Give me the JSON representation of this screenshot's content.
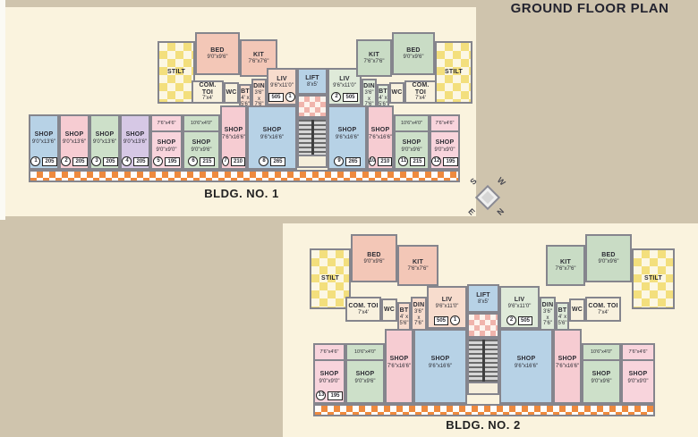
{
  "page": {
    "title": "GROUND FLOOR PLAN"
  },
  "compass": {
    "s": "S",
    "w": "W",
    "e": "E",
    "n": "N"
  },
  "colors": {
    "background": "#cfc4ad",
    "panel": "#faf3de",
    "wall": "#85858d",
    "shop_blue": "#b7d2e6",
    "shop_pink": "#f6ccd2",
    "shop_green": "#cde0c9",
    "shop_lavender": "#d6c8e5",
    "shop_rose": "#f8d4dc",
    "stilt_yellow": "#f3df7d",
    "plinth_orange": "#ee8a3e",
    "lobby_pink": "#f0b4ac"
  },
  "bldg1": {
    "name": "BLDG. NO. 1",
    "lift": {
      "label": "LIFT",
      "dim": "8'x5'"
    },
    "flat_left": {
      "stilt": "STILT",
      "bed": "BED",
      "bed_dim": "9'0\"x9'6\"",
      "kit": "KIT",
      "kit_dim": "7'6\"x7'6\"",
      "comtoi": "COM. TOI",
      "comtoi_dim": "7'x4'",
      "wc": "WC",
      "bt": "BT",
      "bt_dim": "4' x 5'6\"",
      "din": "DIN",
      "din_dim": "3'6\" x 7'6\"",
      "liv": "LIV",
      "liv_dim": "9'6\"x11'0\"",
      "area": "505",
      "num": "1"
    },
    "flat_right": {
      "stilt": "STILT",
      "bed": "BED",
      "bed_dim": "9'0\"x9'6\"",
      "kit": "KIT",
      "kit_dim": "7'6\"x7'6\"",
      "comtoi": "COM. TOI",
      "comtoi_dim": "7'x4'",
      "wc": "WC",
      "bt": "BT",
      "bt_dim": "4' x 5'6\"",
      "din": "DIN",
      "din_dim": "3'6\" x 7'6\"",
      "liv": "LIV",
      "liv_dim": "9'6\"x11'0\"",
      "area": "505",
      "num": "2"
    },
    "shops": [
      {
        "num": "1",
        "area": "205",
        "label": "SHOP",
        "dim": "9'0\"x13'6\"",
        "color": "blue"
      },
      {
        "num": "2",
        "area": "205",
        "label": "SHOP",
        "dim": "9'0\"x13'6\"",
        "color": "pink"
      },
      {
        "num": "3",
        "area": "205",
        "label": "SHOP",
        "dim": "9'0\"x13'6\"",
        "color": "green"
      },
      {
        "num": "4",
        "area": "205",
        "label": "SHOP",
        "dim": "9'0\"x13'6\"",
        "color": "lavender"
      },
      {
        "num": "5",
        "area": "195",
        "label": "SHOP",
        "dim": "9'0\"x9'0\"",
        "notch": "7'6\"x4'6\"",
        "color": "rose"
      },
      {
        "num": "6",
        "area": "215",
        "label": "SHOP",
        "dim": "9'0\"x9'6\"",
        "notch": "10'6\"x4'0\"",
        "color": "green"
      },
      {
        "num": "7",
        "area": "210",
        "label": "SHOP",
        "dim": "7'6\"x16'6\"",
        "color": "pink"
      },
      {
        "num": "8",
        "area": "265",
        "label": "SHOP",
        "dim": "9'6\"x16'6\"",
        "color": "blue"
      },
      {
        "num": "9",
        "area": "265",
        "label": "SHOP",
        "dim": "9'6\"x16'6\"",
        "color": "blue"
      },
      {
        "num": "10",
        "area": "210",
        "label": "SHOP",
        "dim": "7'6\"x16'6\"",
        "color": "pink"
      },
      {
        "num": "11",
        "area": "215",
        "label": "SHOP",
        "dim": "9'0\"x9'6\"",
        "notch": "10'6\"x4'0\"",
        "color": "green"
      },
      {
        "num": "12",
        "area": "195",
        "label": "SHOP",
        "dim": "9'0\"x9'0\"",
        "notch": "7'6\"x4'6\"",
        "color": "rose"
      }
    ]
  },
  "bldg2": {
    "name": "BLDG. NO. 2",
    "lift": {
      "label": "LIFT",
      "dim": "8'x5'"
    },
    "flat_left": {
      "stilt": "STILT",
      "bed": "BED",
      "bed_dim": "9'0\"x9'6\"",
      "kit": "KIT",
      "kit_dim": "7'6\"x7'6\"",
      "comtoi": "COM. TOI",
      "comtoi_dim": "7'x4'",
      "wc": "WC",
      "bt": "BT",
      "bt_dim": "4' x 5'6\"",
      "din": "DIN",
      "din_dim": "3'6\" x 7'6\"",
      "liv": "LIV",
      "liv_dim": "9'6\"x11'0\"",
      "area": "505",
      "num": "1"
    },
    "flat_right": {
      "stilt": "STILT",
      "bed": "BED",
      "bed_dim": "9'0\"x9'6\"",
      "kit": "KIT",
      "kit_dim": "7'6\"x7'6\"",
      "comtoi": "COM. TOI",
      "comtoi_dim": "7'x4'",
      "wc": "WC",
      "bt": "BT",
      "bt_dim": "4' x 5'6\"",
      "din": "DIN",
      "din_dim": "3'6\" x 7'6\"",
      "liv": "LIV",
      "liv_dim": "9'6\"x11'0\"",
      "area": "505",
      "num": "2"
    },
    "shops": [
      {
        "num": "13",
        "area": "195",
        "label": "SHOP",
        "dim": "9'0\"x9'0\"",
        "notch": "7'6\"x4'6\"",
        "color": "rose"
      },
      {
        "label": "SHOP",
        "dim": "9'0\"x9'6\"",
        "notch": "10'6\"x4'0\"",
        "color": "green"
      },
      {
        "label": "SHOP",
        "dim": "7'6\"x16'6\"",
        "color": "pink"
      },
      {
        "label": "SHOP",
        "dim": "9'6\"x16'6\"",
        "color": "blue"
      },
      {
        "label": "SHOP",
        "dim": "9'6\"x16'6\"",
        "color": "blue"
      },
      {
        "label": "SHOP",
        "dim": "7'6\"x16'6\"",
        "color": "pink"
      },
      {
        "label": "SHOP",
        "dim": "9'0\"x9'6\"",
        "notch": "10'6\"x4'0\"",
        "color": "green"
      },
      {
        "label": "SHOP",
        "dim": "9'0\"x9'0\"",
        "notch": "7'6\"x4'6\"",
        "color": "rose"
      }
    ]
  }
}
